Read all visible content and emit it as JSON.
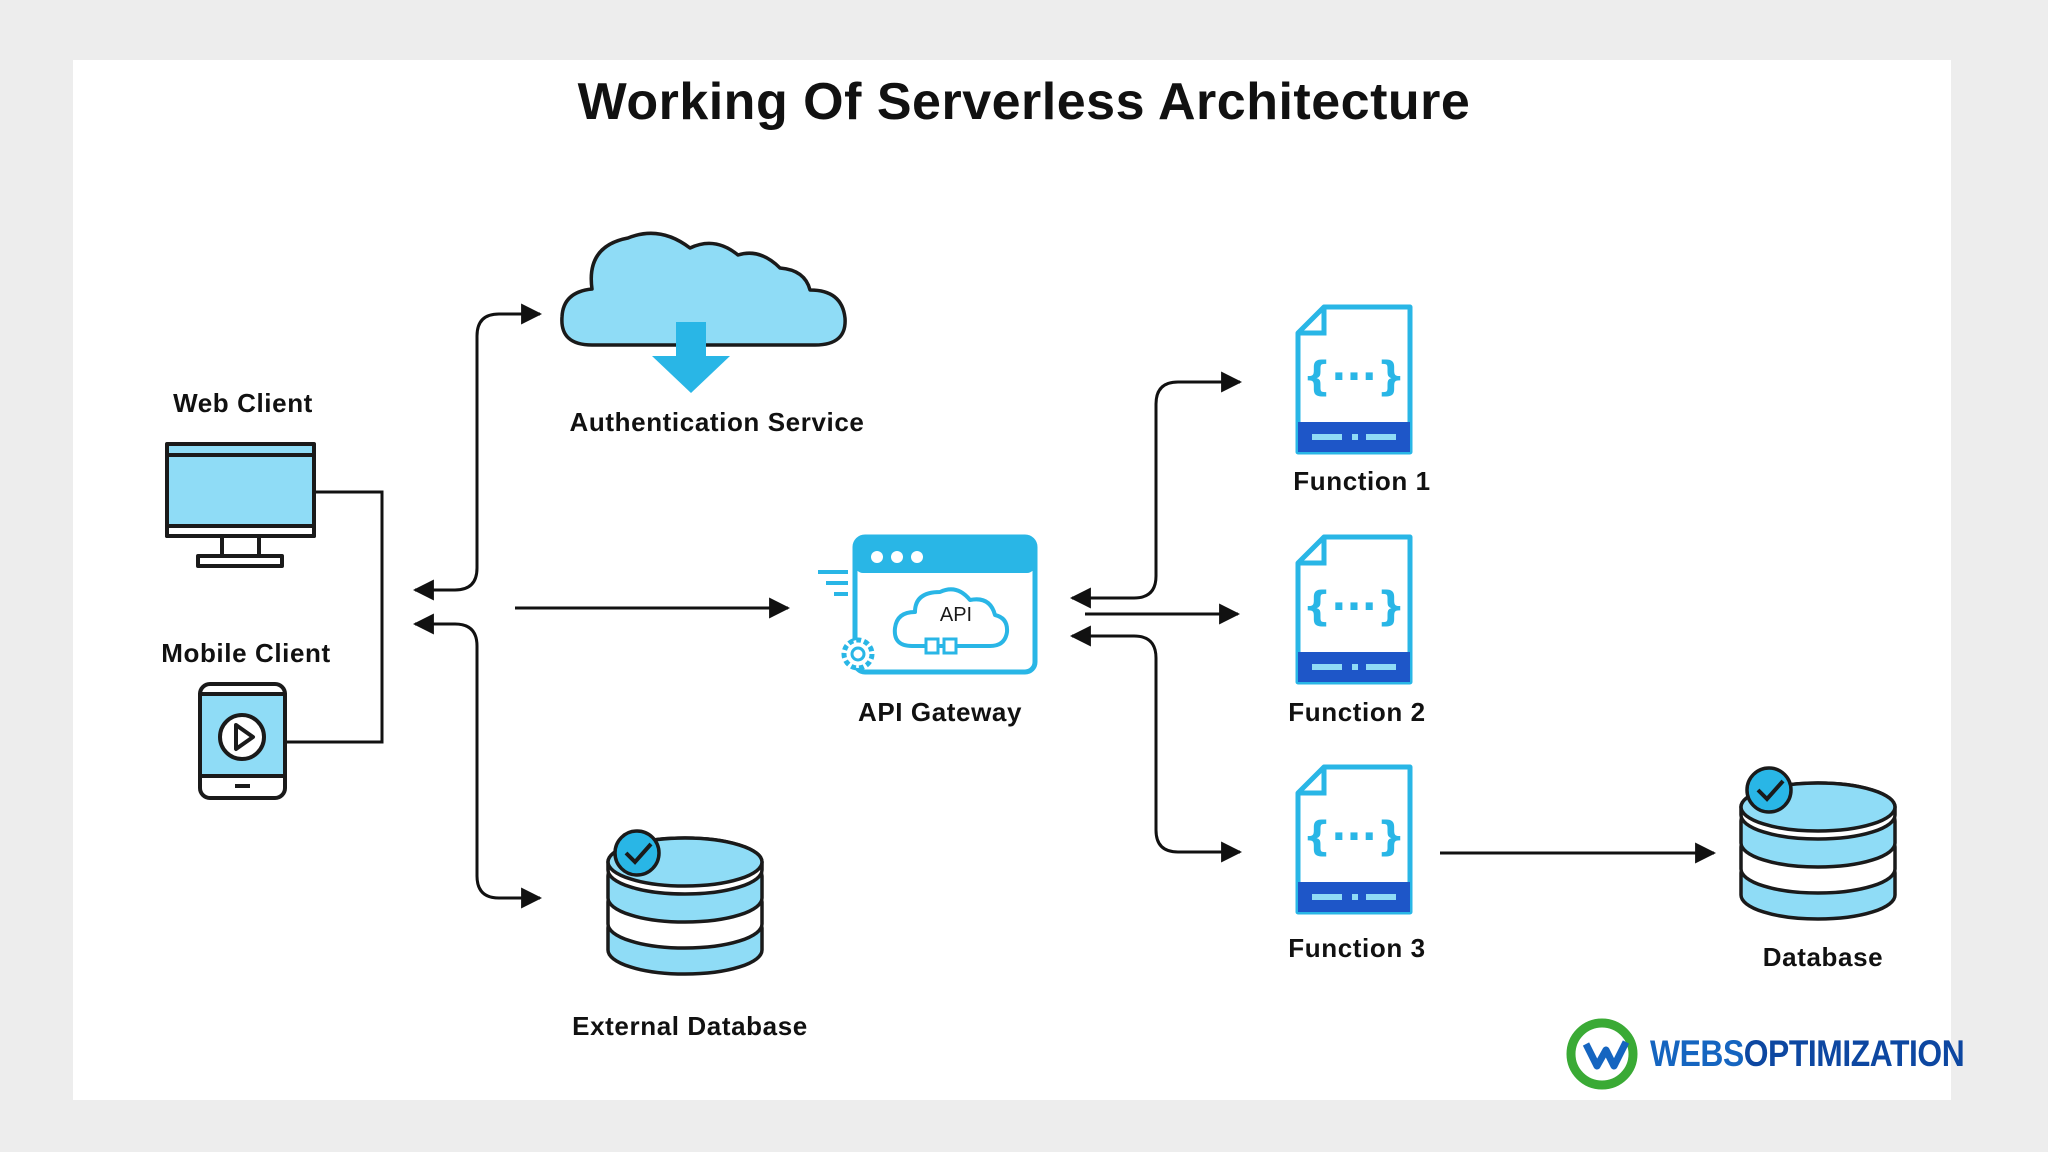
{
  "title": "Working Of Serverless Architecture",
  "nodes": {
    "web_client": "Web Client",
    "mobile_client": "Mobile Client",
    "auth_service": "Authentication Service",
    "external_db": "External Database",
    "api_gateway": "API Gateway",
    "api_badge": "API",
    "function1": "Function 1",
    "function2": "Function 2",
    "function3": "Function 3",
    "database": "Database"
  },
  "function_glyph": "{···}",
  "logo": {
    "first": "WEBS",
    "second": "OPTIMIZATION"
  },
  "colors": {
    "light_blue": "#8fdcf6",
    "cyan": "#29b6e6",
    "dark_blue": "#1e56c8",
    "outline": "#1a1a1a",
    "logo_green": "#3aaa35",
    "logo_blue": "#1565c0"
  }
}
